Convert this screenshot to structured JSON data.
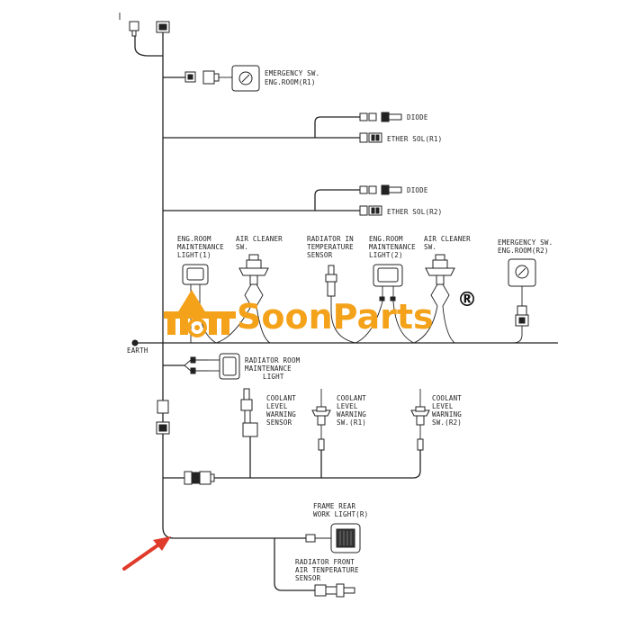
{
  "labels": {
    "emergency_sw_r1_line1": "EMERGENCY SW.",
    "emergency_sw_r1_line2": "ENG.ROOM(R1)",
    "diode_1": "DIODE",
    "ether_sol_r1": "ETHER SOL(R1)",
    "diode_2": "DIODE",
    "ether_sol_r2": "ETHER SOL(R2)",
    "maint_light_1_line1": "ENG.ROOM",
    "maint_light_1_line2": "MAINTENANCE",
    "maint_light_1_line3": "LIGHT(1)",
    "air_cleaner_1_line1": "AIR CLEANER",
    "air_cleaner_1_line2": "SW.",
    "radiator_temp_line1": "RADIATOR IN",
    "radiator_temp_line2": "TEMPERATURE",
    "radiator_temp_line3": "SENSOR",
    "maint_light_2_line1": "ENG.ROOM",
    "maint_light_2_line2": "MAINTENANCE",
    "maint_light_2_line3": "LIGHT(2)",
    "air_cleaner_2_line1": "AIR CLEANER",
    "air_cleaner_2_line2": "SW.",
    "emergency_sw_r2_line1": "EMERGENCY SW.",
    "emergency_sw_r2_line2": "ENG.ROOM(R2)",
    "earth": "EARTH",
    "radiator_room_light_line1": "RADIATOR ROOM",
    "radiator_room_light_line2": "MAINTENANCE",
    "radiator_room_light_line3": "LIGHT",
    "coolant_sensor_line1": "COOLANT",
    "coolant_sensor_line2": "LEVEL",
    "coolant_sensor_line3": "WARNING",
    "coolant_sensor_line4": "SENSOR",
    "coolant_sw_r1_line1": "COOLANT",
    "coolant_sw_r1_line2": "LEVEL",
    "coolant_sw_r1_line3": "WARNING",
    "coolant_sw_r1_line4": "SW.(R1)",
    "coolant_sw_r2_line1": "COOLANT",
    "coolant_sw_r2_line2": "LEVEL",
    "coolant_sw_r2_line3": "WARNING",
    "coolant_sw_r2_line4": "SW.(R2)",
    "frame_rear_light_line1": "FRAME REAR",
    "frame_rear_light_line2": "WORK LIGHT(R)",
    "radiator_air_temp_line1": "RADIATOR FRONT",
    "radiator_air_temp_line2": "AIR TENPERATURE",
    "radiator_air_temp_line3": "SENSOR"
  },
  "watermark": {
    "brand": "SoonParts",
    "registered": "®"
  },
  "colors": {
    "watermark": "#f5a21b",
    "arrow": "#e03a2a",
    "ink": "#222222"
  }
}
